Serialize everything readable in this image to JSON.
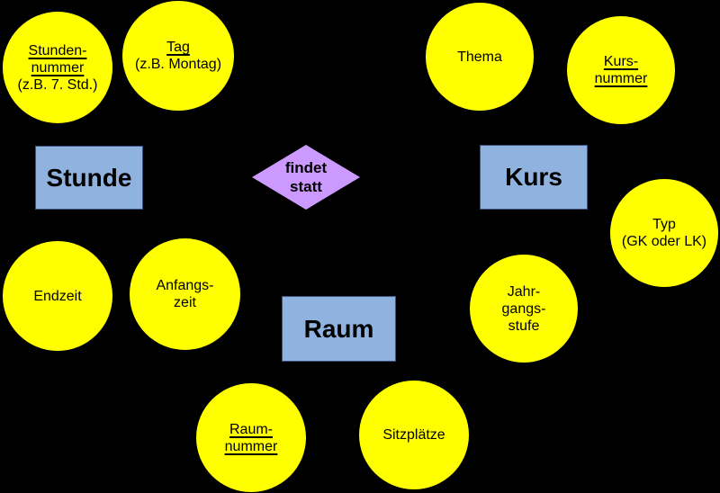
{
  "diagram": {
    "kind": "er-diagram",
    "colors": {
      "background": "#000000",
      "attribute_fill": "#FFFF00",
      "entity_fill": "#8FB2DF",
      "entity_border": "#3A5380",
      "relationship_fill": "#CC99FF",
      "text": "#000000"
    },
    "entities": [
      {
        "id": "stunde",
        "label": "Stunde"
      },
      {
        "id": "kurs",
        "label": "Kurs"
      },
      {
        "id": "raum",
        "label": "Raum"
      }
    ],
    "relationship": {
      "id": "findet-statt",
      "lines": [
        "findet",
        "statt"
      ]
    },
    "attributes": [
      {
        "id": "stunden-nummer",
        "key": true,
        "lines": [
          {
            "text": "Stunden-",
            "underline": true
          },
          {
            "text": "nummer",
            "underline": true
          },
          {
            "text": "(z.B. 7. Std.)",
            "underline": false
          }
        ]
      },
      {
        "id": "tag",
        "key": true,
        "lines": [
          {
            "text": "Tag",
            "underline": true
          },
          {
            "text": "(z.B. Montag)",
            "underline": false
          }
        ]
      },
      {
        "id": "thema",
        "key": false,
        "lines": [
          {
            "text": "Thema",
            "underline": false
          }
        ]
      },
      {
        "id": "kurs-nummer",
        "key": true,
        "lines": [
          {
            "text": "Kurs-",
            "underline": true
          },
          {
            "text": "nummer",
            "underline": true
          }
        ]
      },
      {
        "id": "typ",
        "key": false,
        "lines": [
          {
            "text": "Typ",
            "underline": false
          },
          {
            "text": "(GK oder LK)",
            "underline": false
          }
        ]
      },
      {
        "id": "endzeit",
        "key": false,
        "lines": [
          {
            "text": "Endzeit",
            "underline": false
          }
        ]
      },
      {
        "id": "anfangszeit",
        "key": false,
        "lines": [
          {
            "text": "Anfangs-",
            "underline": false
          },
          {
            "text": "zeit",
            "underline": false
          }
        ]
      },
      {
        "id": "jahrgangsstufe",
        "key": false,
        "lines": [
          {
            "text": "Jahr-",
            "underline": false
          },
          {
            "text": "gangs-",
            "underline": false
          },
          {
            "text": "stufe",
            "underline": false
          }
        ]
      },
      {
        "id": "raum-nummer",
        "key": true,
        "lines": [
          {
            "text": "Raum-",
            "underline": true
          },
          {
            "text": "nummer",
            "underline": true
          }
        ]
      },
      {
        "id": "sitzplaetze",
        "key": false,
        "lines": [
          {
            "text": "Sitzplätze",
            "underline": false
          }
        ]
      }
    ]
  }
}
